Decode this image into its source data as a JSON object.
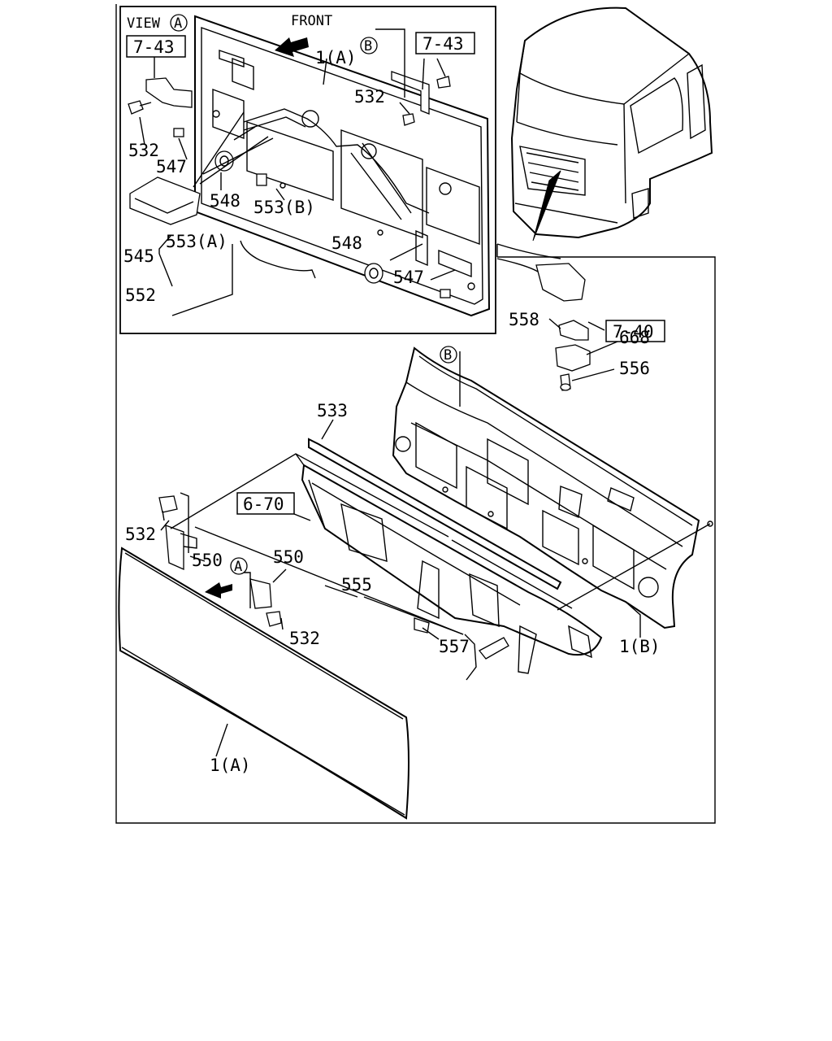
{
  "view_label": "VIEW",
  "view_marker": "A",
  "front_label": "FRONT",
  "refs": {
    "r743a": "7-43",
    "r743b": "7-43",
    "r740": "7-40",
    "r670": "6-70"
  },
  "circ": {
    "b_top": "B",
    "b_main": "B",
    "a_main": "A"
  },
  "labels": {
    "p1a_top": "1(A)",
    "p532_ti": "532",
    "p532_tl": "532",
    "p547_tl": "547",
    "p548_tl": "548",
    "p553b": "553(B)",
    "p553a": "553(A)",
    "p545": "545",
    "p552": "552",
    "p548_br": "548",
    "p547_br": "547",
    "p558": "558",
    "p668": "668",
    "p556": "556",
    "p533": "533",
    "p532_ml": "532",
    "p550_l": "550",
    "p550_r": "550",
    "p555": "555",
    "p532_b": "532",
    "p557": "557",
    "p1b": "1(B)",
    "p1a_bottom": "1(A)"
  }
}
